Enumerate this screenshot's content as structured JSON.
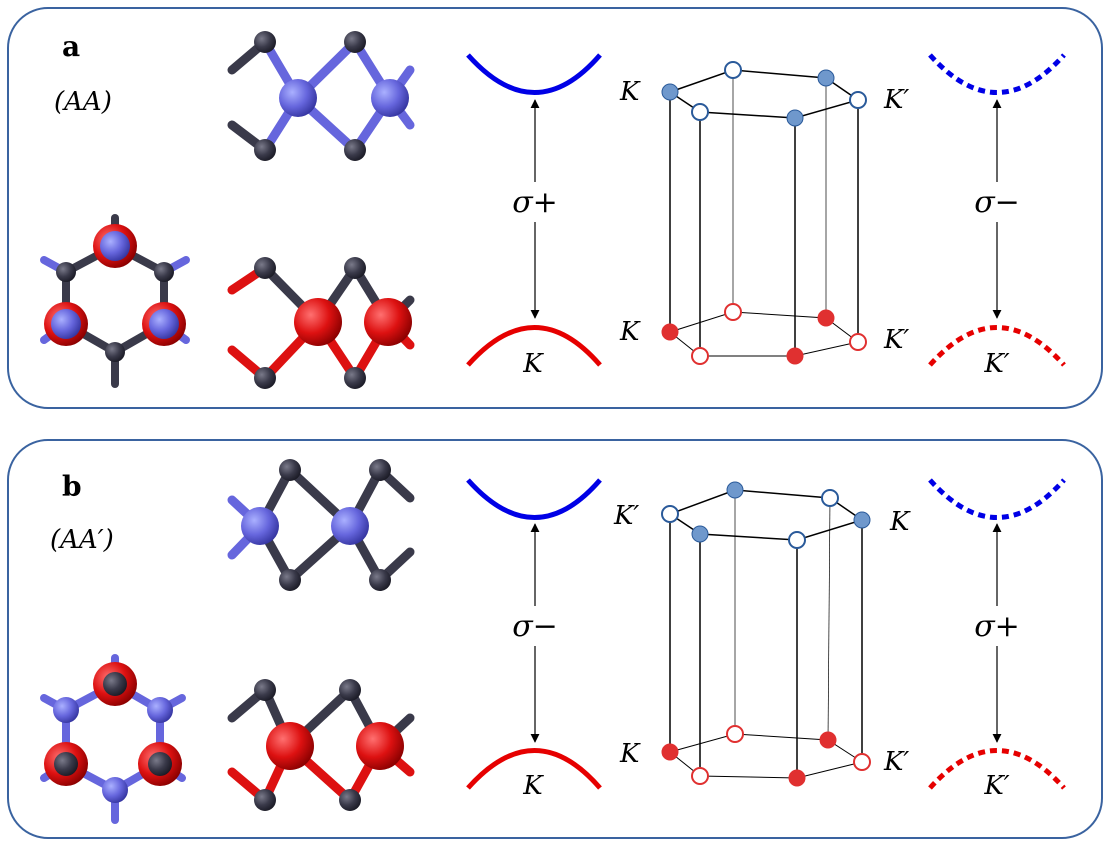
{
  "panels": [
    {
      "letter": "a",
      "stacking": "(AA)",
      "left_transition": {
        "label": "σ+",
        "valley": "K"
      },
      "right_transition": {
        "label": "σ−",
        "valley": "K′"
      },
      "bz_labels": {
        "top_left": "K",
        "top_right": "K′",
        "bottom_left": "K",
        "bottom_right": "K′"
      }
    },
    {
      "letter": "b",
      "stacking": "(AA′)",
      "left_transition": {
        "label": "σ−",
        "valley": "K"
      },
      "right_transition": {
        "label": "σ+",
        "valley": "K′"
      },
      "bz_labels": {
        "top_left": "K′",
        "top_right": "K",
        "bottom_left": "K",
        "bottom_right": "K′"
      }
    }
  ],
  "colors": {
    "frame": "#3a63a0",
    "conduction": "#0000e6",
    "valence": "#e60000",
    "metal_atom": "#6666dd",
    "chalcogen_atom": "#3a3a4a",
    "red_atom": "#dd1111",
    "bz_blue_dot": "#6f98cc",
    "bz_red_dot": "#e03030",
    "bz_open_blue": "#2a5a9a",
    "bz_open_red": "#e03030"
  }
}
